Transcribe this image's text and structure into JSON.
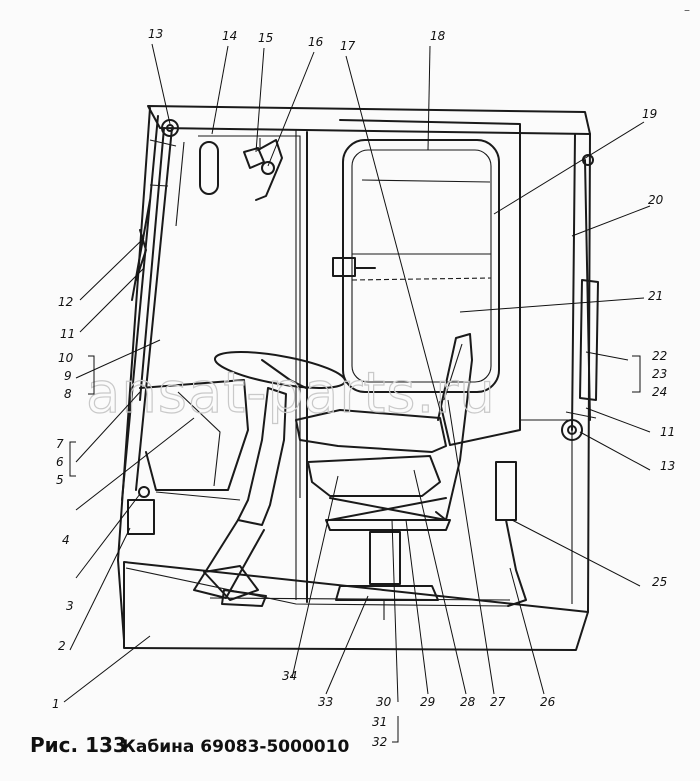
{
  "figure": {
    "number_label": "Рис. 133",
    "title": "Кабина 69083-5000010"
  },
  "watermark": "ansat-parts.ru",
  "corner_mark": "–",
  "callouts": [
    "1",
    "2",
    "3",
    "4",
    "5",
    "6",
    "7",
    "8",
    "9",
    "10",
    "11",
    "12",
    "13",
    "14",
    "15",
    "16",
    "17",
    "18",
    "19",
    "20",
    "21",
    "22",
    "23",
    "24",
    "25",
    "26",
    "27",
    "28",
    "29",
    "30",
    "31",
    "32",
    "33",
    "34",
    "11",
    "13"
  ]
}
